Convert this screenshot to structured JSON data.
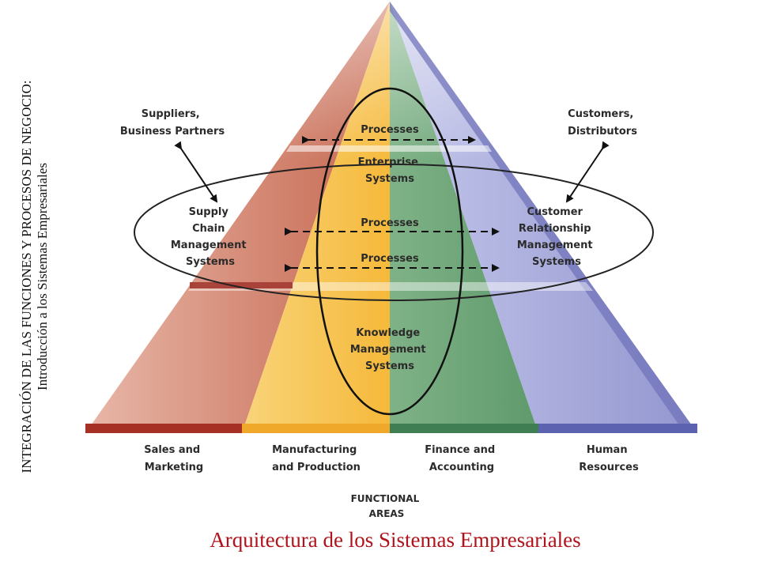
{
  "side_title": {
    "line1": "INTEGRACIÓN DE LAS FUNCIONES Y PROCESOS DE NEGOCIO:",
    "line2": "Introducción a los Sistemas Empresariales"
  },
  "caption": "Arquitectura de los Sistemas Empresariales",
  "diagram": {
    "external": {
      "suppliers": [
        "Suppliers,",
        "Business Partners"
      ],
      "customers": [
        "Customers,",
        "Distributors"
      ]
    },
    "systems": {
      "scm": [
        "Supply",
        "Chain",
        "Management",
        "Systems"
      ],
      "crm": [
        "Customer",
        "Relationship",
        "Management",
        "Systems"
      ],
      "enterprise": [
        "Enterprise",
        "Systems"
      ],
      "km": [
        "Knowledge",
        "Management",
        "Systems"
      ]
    },
    "processes": [
      "Processes",
      "Processes",
      "Processes"
    ],
    "functional_areas": [
      [
        "Sales and",
        "Marketing"
      ],
      [
        "Manufacturing",
        "and Production"
      ],
      [
        "Finance and",
        "Accounting"
      ],
      [
        "Human",
        "Resources"
      ]
    ],
    "footer": [
      "FUNCTIONAL",
      "AREAS"
    ]
  },
  "colors": {
    "sales": "#b7533d",
    "manufacturing": "#f6bf47",
    "finance": "#6fa07a",
    "hr": "#9aa0d6",
    "caption": "#b0131b"
  }
}
